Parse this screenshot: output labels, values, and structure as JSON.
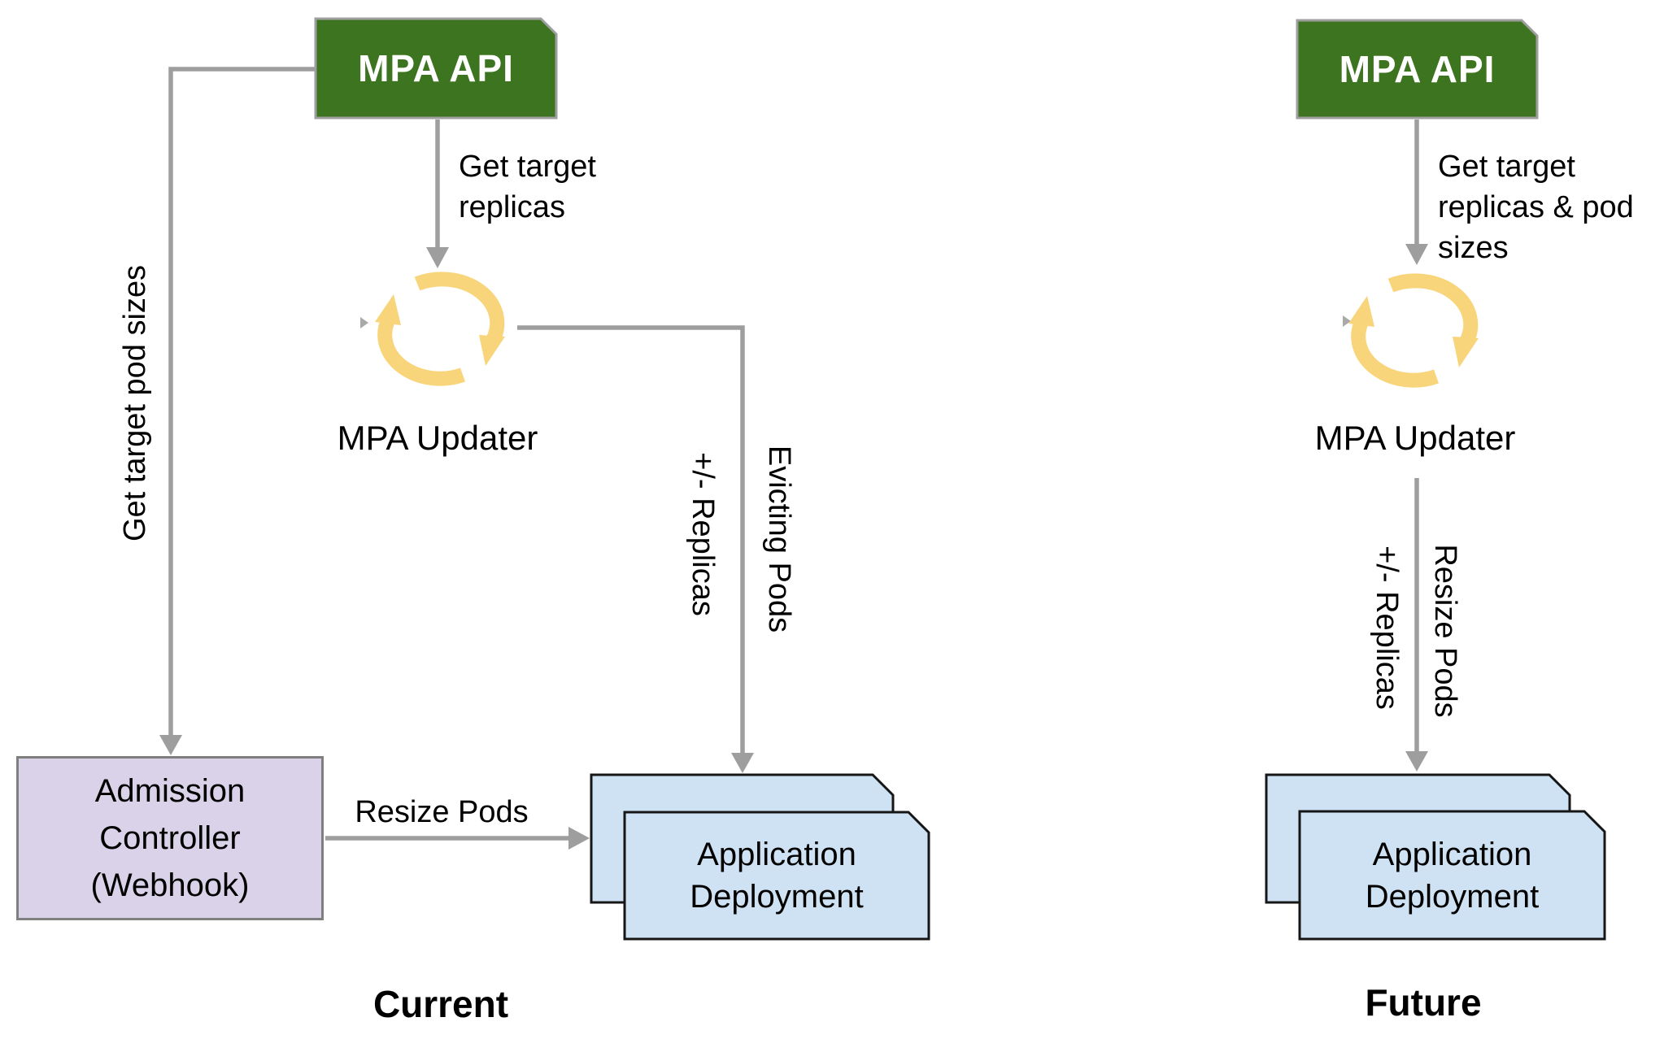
{
  "colors": {
    "green": "#3d741f",
    "green_border": "#9e9e9e",
    "lavender": "#d9d2e9",
    "lavender_border": "#7f7f7f",
    "blue": "#cfe2f3",
    "blue_border": "#161616",
    "yellow": "#f8d57b",
    "connector": "#9e9e9e",
    "triangle_gray": "#a9a9a9",
    "text": "#000000"
  },
  "current": {
    "title": "Current",
    "mpa_api": "MPA API",
    "mpa_updater": "MPA Updater",
    "admission_controller": "Admission\nController\n(Webhook)",
    "application_deployment": "Application\nDeployment",
    "labels": {
      "get_target_replicas": "Get target\nreplicas",
      "get_target_pod_sizes": "Get target pod sizes",
      "plus_minus_replicas": "+/- Replicas",
      "evicting_pods": "Evicting Pods",
      "resize_pods": "Resize Pods"
    }
  },
  "future": {
    "title": "Future",
    "mpa_api": "MPA API",
    "mpa_updater": "MPA Updater",
    "application_deployment": "Application\nDeployment",
    "labels": {
      "get_target_replicas_pod_sizes": "Get target\nreplicas & pod\nsizes",
      "plus_minus_replicas": "+/- Replicas",
      "resize_pods": "Resize Pods"
    }
  }
}
